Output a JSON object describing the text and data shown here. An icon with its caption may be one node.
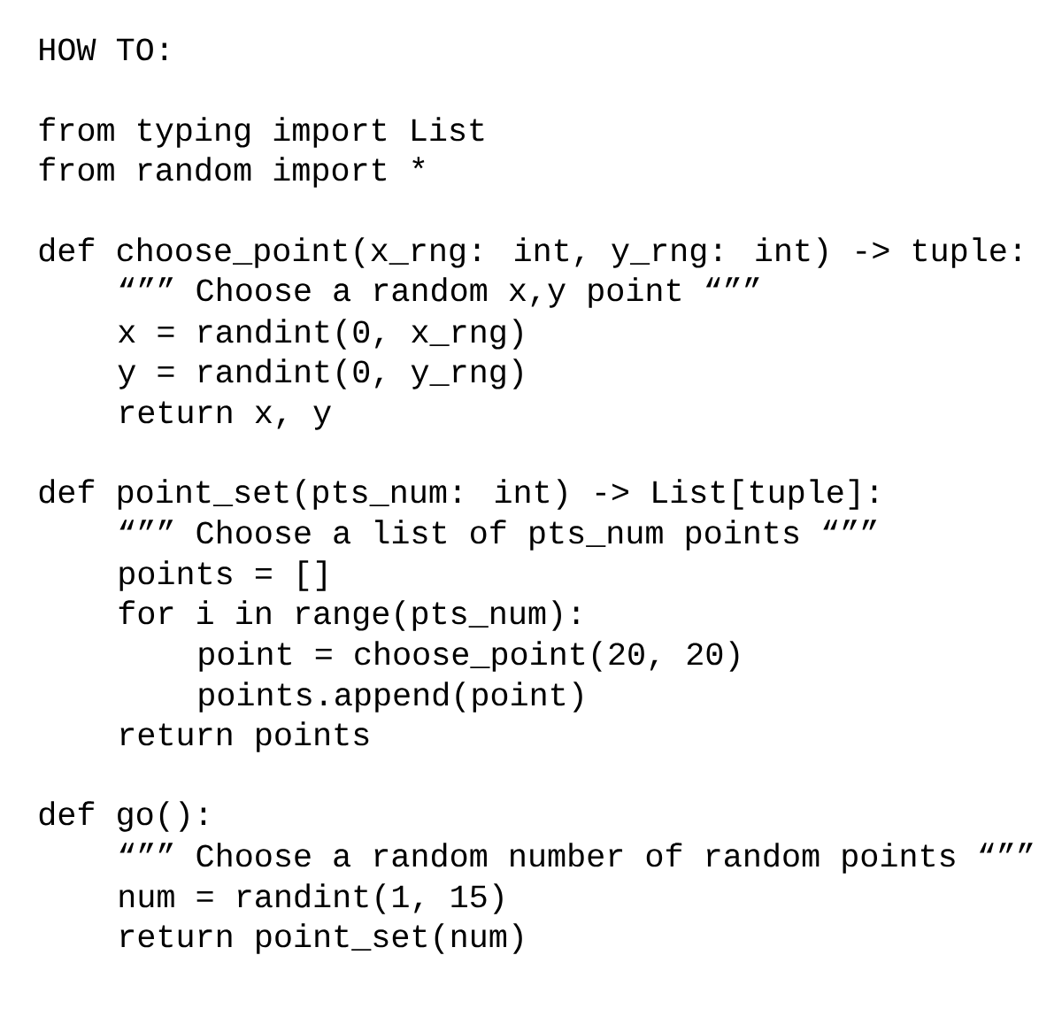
{
  "diagram": {
    "title": "HOW TO:",
    "labels": [
      "from typing import List",
      "from random import *",
      "def choose_point(x_rng: int, y_rng: int) -> tuple:",
      "“”” Choose a random x,y point “””",
      "x = randint(0, x_rng)",
      "y = randint(0, y_rng)",
      "return x, y",
      "def point_set(pts_num: int) -> List[tuple]:",
      "“”” Choose a list of pts_num points “””",
      "points = []",
      "for i in range(pts_num):",
      "point = choose_point(20, 20)",
      "points.append(point)",
      "return points",
      "def go():",
      "“”” Choose a random number of random points “””",
      "num = randint(1, 15)",
      "return point_set(num)"
    ]
  }
}
